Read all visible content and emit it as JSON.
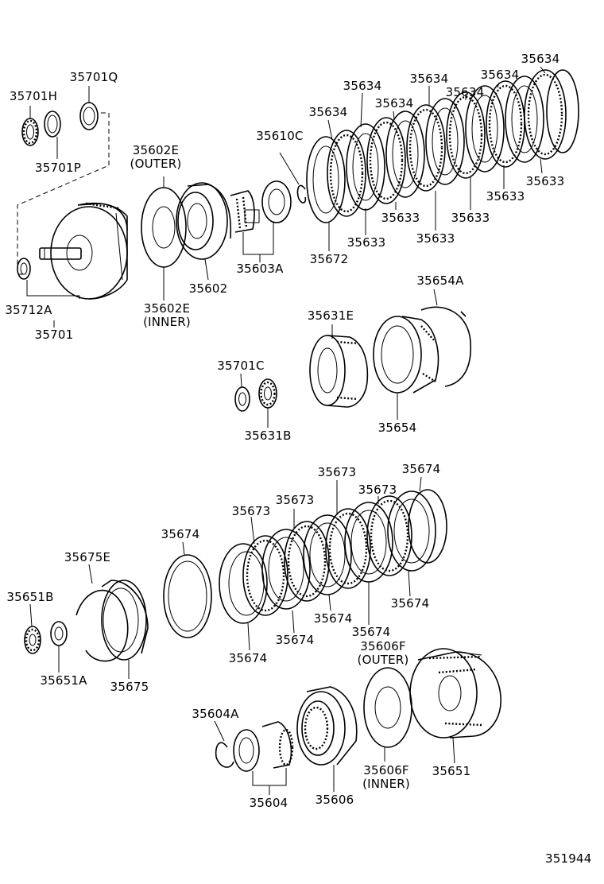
{
  "labels": {
    "p35701Q": "35701Q",
    "p35701H": "35701H",
    "p35701P": "35701P",
    "p35602E_outer": "35602E",
    "p35602E_outer_note": "(OUTER)",
    "p35610C": "35610C",
    "p35634_1": "35634",
    "p35634_2": "35634",
    "p35634_3": "35634",
    "p35634_4": "35634",
    "p35634_5": "35634",
    "p35634_6": "35634",
    "p35634_7": "35634",
    "p35633_1": "35633",
    "p35633_2": "35633",
    "p35633_3": "35633",
    "p35633_4": "35633",
    "p35633_5": "35633",
    "p35633_6": "35633",
    "p35672": "35672",
    "p35603A": "35603A",
    "p35602": "35602",
    "p35712A": "35712A",
    "p35701": "35701",
    "p35602E_inner": "35602E",
    "p35602E_inner_note": "(INNER)",
    "p35654A": "35654A",
    "p35631E": "35631E",
    "p35654": "35654",
    "p35701C": "35701C",
    "p35631B": "35631B",
    "p35673_1": "35673",
    "p35673_2": "35673",
    "p35673_3": "35673",
    "p35673_4": "35673",
    "p35674_1": "35674",
    "p35674_2": "35674",
    "p35674_3": "35674",
    "p35674_4": "35674",
    "p35674_5": "35674",
    "p35674_6": "35674",
    "p35674_7": "35674",
    "p35675E": "35675E",
    "p35651B": "35651B",
    "p35651A": "35651A",
    "p35675": "35675",
    "p35606F_outer": "35606F",
    "p35606F_outer_note": "(OUTER)",
    "p35604A": "35604A",
    "p35604": "35604",
    "p35606": "35606",
    "p35606F_inner": "35606F",
    "p35606F_inner_note": "(INNER)",
    "p35651": "35651",
    "drawing_number": "351944"
  }
}
